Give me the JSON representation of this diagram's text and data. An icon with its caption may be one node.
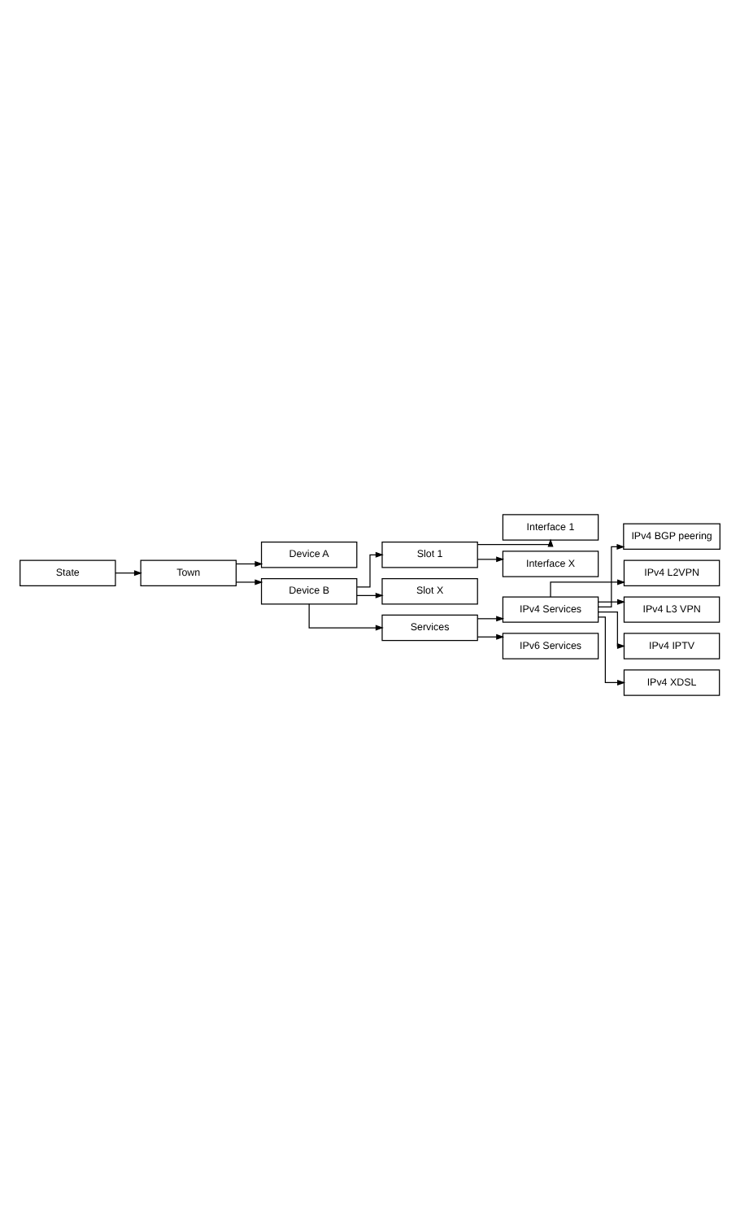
{
  "diagram": {
    "nodes": [
      {
        "text": [
          "State"
        ]
      },
      {
        "text": [
          "Town"
        ]
      },
      {
        "text": [
          "Device A"
        ]
      },
      {
        "text": [
          "Device B"
        ]
      },
      {
        "text": [
          "Slot 1"
        ]
      },
      {
        "text": [
          "Interface 1"
        ]
      },
      {
        "text": [
          "Interface X"
        ]
      },
      {
        "text": [
          "Slot X"
        ]
      },
      {
        "text": [
          "Services"
        ]
      },
      {
        "text": [
          "IPv4 Services"
        ]
      },
      {
        "text": [
          "IPv4 BGP peering"
        ]
      },
      {
        "text": [
          "IPv4 L2VPN"
        ]
      },
      {
        "text": [
          "IPv4 L3 VPN"
        ]
      },
      {
        "text": [
          "IPv4 IPTV"
        ]
      },
      {
        "text": [
          "IPv4 XDSL"
        ]
      },
      {
        "text": [
          "IPv6 Services"
        ]
      }
    ],
    "edges": [
      {
        "from": 0,
        "to": 1,
        "arrow": "to"
      },
      {
        "from": 1,
        "to": 2,
        "arrow": "to"
      },
      {
        "from": 1,
        "to": 3,
        "arrow": "to"
      },
      {
        "from": 3,
        "to": 4,
        "arrow": "to"
      },
      {
        "from": 4,
        "to": 5,
        "arrow": "to"
      },
      {
        "from": 4,
        "to": 6,
        "arrow": "to"
      },
      {
        "from": 3,
        "to": 7,
        "arrow": "to"
      },
      {
        "from": 3,
        "to": 8,
        "arrow": "to"
      },
      {
        "from": 8,
        "to": 9,
        "arrow": "to"
      },
      {
        "from": 9,
        "to": 10,
        "arrow": "to"
      },
      {
        "from": 9,
        "to": 11,
        "arrow": "to"
      },
      {
        "from": 9,
        "to": 12,
        "arrow": "to"
      },
      {
        "from": 9,
        "to": 13,
        "arrow": "to"
      },
      {
        "from": 9,
        "to": 14,
        "arrow": "to"
      },
      {
        "from": 8,
        "to": 15,
        "arrow": "to"
      }
    ]
  }
}
